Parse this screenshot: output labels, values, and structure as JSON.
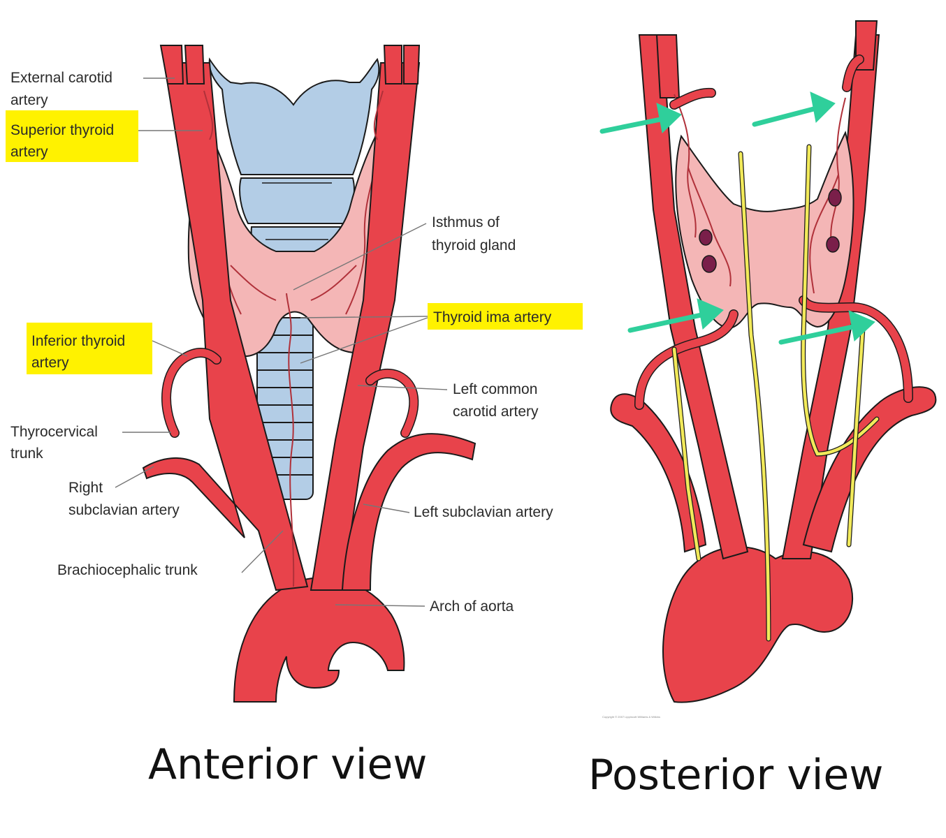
{
  "colors": {
    "artery": "#e8434b",
    "thyroid": "#f4b6b6",
    "cartilage": "#b3cde6",
    "nerve": "#f2ea5a",
    "highlight": "#fff200",
    "arrow": "#2fcf9b",
    "parathyroid": "#7a1f4a"
  },
  "anterior": {
    "caption": "Anterior view",
    "labels": {
      "external_carotid_1": "External carotid",
      "external_carotid_2": "artery",
      "superior_thyroid_1": "Superior thyroid",
      "superior_thyroid_2": "artery",
      "isthmus_1": "Isthmus of",
      "isthmus_2": "thyroid gland",
      "thyroid_ima": "Thyroid ima artery",
      "inferior_thyroid_1": "Inferior thyroid",
      "inferior_thyroid_2": "artery",
      "left_common_carotid_1": "Left common",
      "left_common_carotid_2": "carotid artery",
      "thyrocervical_1": "Thyrocervical",
      "thyrocervical_2": "trunk",
      "right_subclavian_1": "Right",
      "right_subclavian_2": "subclavian artery",
      "left_subclavian": "Left subclavian artery",
      "brachiocephalic": "Brachiocephalic trunk",
      "arch_of_aorta": "Arch of aorta"
    },
    "highlighted": [
      "Superior thyroid artery",
      "Thyroid ima artery",
      "Inferior thyroid artery"
    ]
  },
  "posterior": {
    "caption": "Posterior view",
    "copyright": "Copyright © 2007 Lippincott Williams & Wilkins",
    "arrow_icon": "arrow-right-icon"
  }
}
